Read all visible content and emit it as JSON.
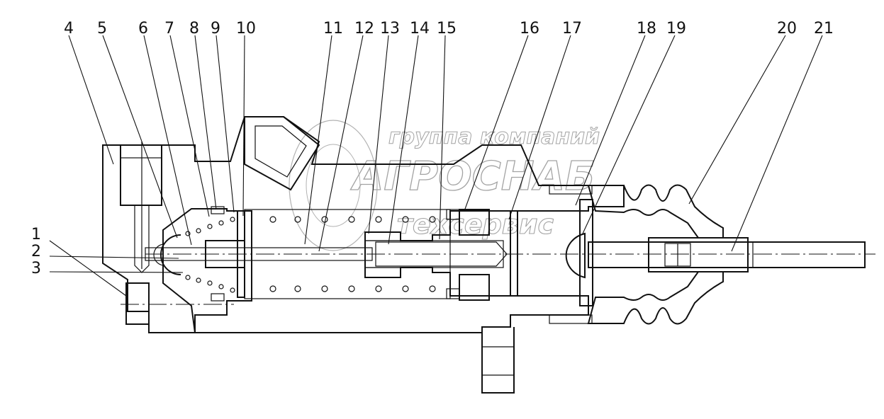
{
  "callouts": [
    "1",
    "2",
    "3",
    "4",
    "5",
    "6",
    "7",
    "8",
    "9",
    "10",
    "11",
    "12",
    "13",
    "14",
    "15",
    "16",
    "17",
    "18",
    "19",
    "20",
    "21"
  ],
  "watermark": {
    "line1": "группа компаний",
    "line2": "АГРОСНАБ",
    "line3": "техсервис"
  }
}
